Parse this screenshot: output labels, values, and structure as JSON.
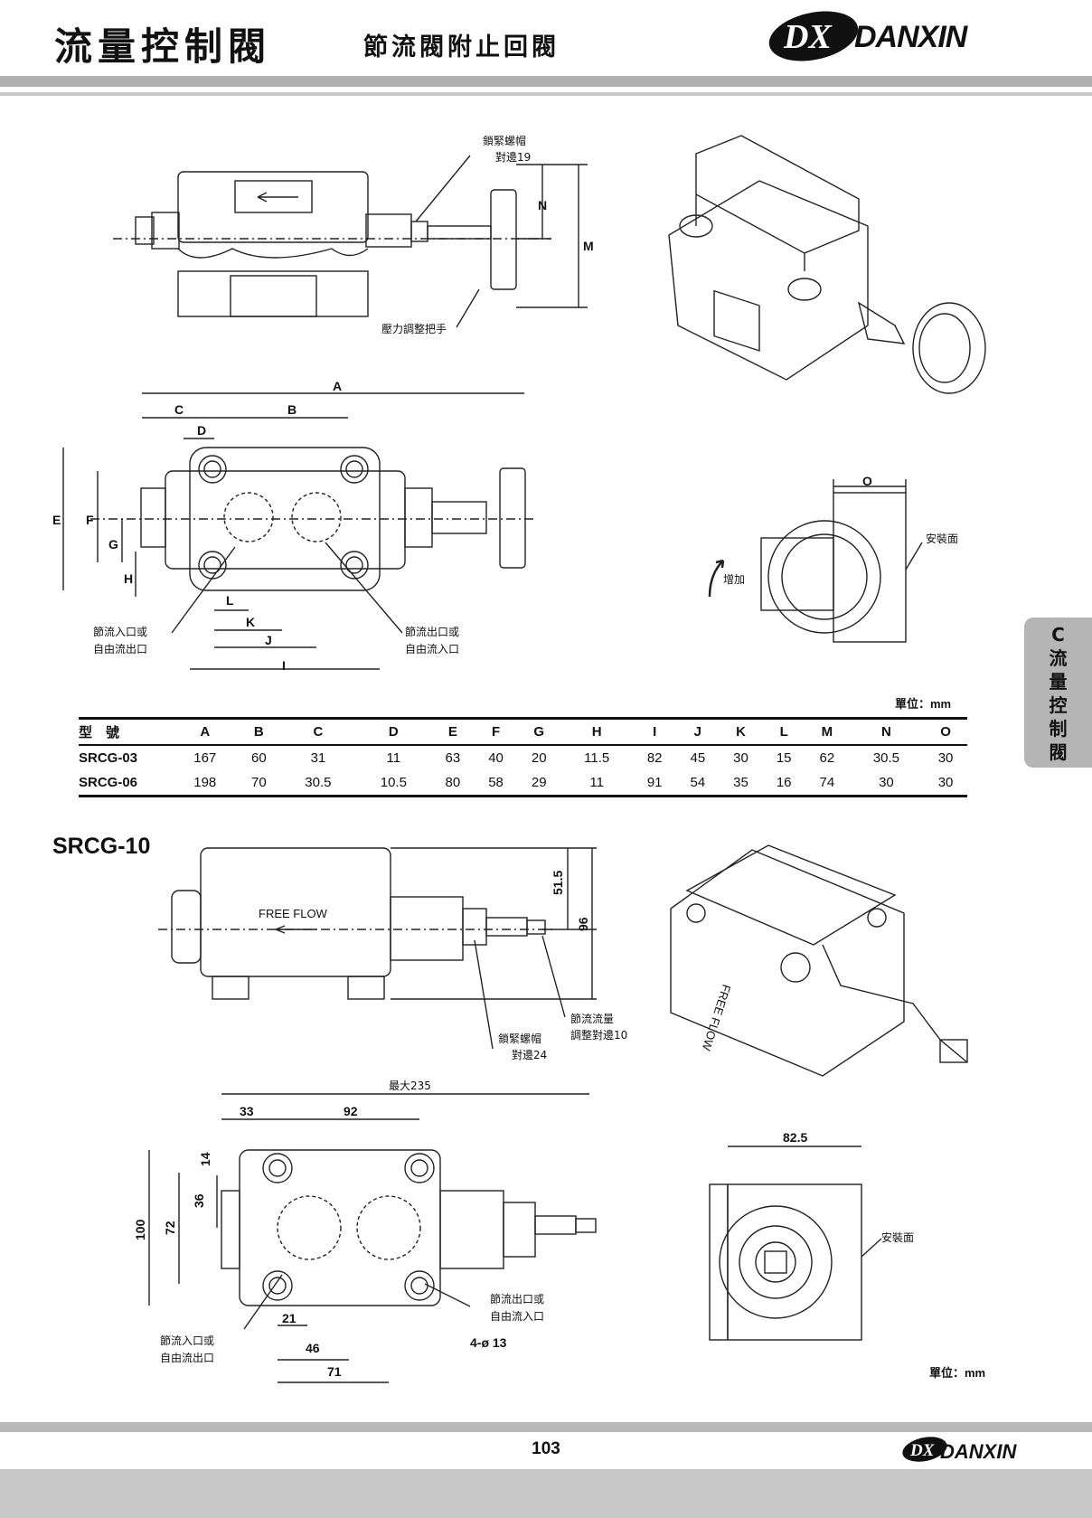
{
  "header": {
    "title_main": "流量控制閥",
    "title_sub": "節流閥附止回閥",
    "brand": "DANXIN",
    "logo_mark": "DX"
  },
  "side_tab": {
    "letter": "C",
    "chars": [
      "流",
      "量",
      "控",
      "制",
      "閥"
    ]
  },
  "top_drawing": {
    "lock_nut": "鎖緊螺帽",
    "lock_nut_size": "對邊19",
    "handle": "壓力調整把手",
    "dim_N": "N",
    "dim_M": "M",
    "dims_plan": [
      "A",
      "B",
      "C",
      "D",
      "E",
      "F",
      "G",
      "H",
      "I",
      "J",
      "K",
      "L"
    ],
    "inlet": [
      "節流入口或",
      "自由流出口"
    ],
    "outlet": [
      "節流出口或",
      "自由流入口"
    ],
    "dim_O": "O",
    "mount_face": "安裝面",
    "increase": "增加"
  },
  "units_1": "單位：mm",
  "table": {
    "headers": [
      "型　號",
      "A",
      "B",
      "C",
      "D",
      "E",
      "F",
      "G",
      "H",
      "I",
      "J",
      "K",
      "L",
      "M",
      "N",
      "O"
    ],
    "rows": [
      [
        "SRCG-03",
        "167",
        "60",
        "31",
        "11",
        "63",
        "40",
        "20",
        "11.5",
        "82",
        "45",
        "30",
        "15",
        "62",
        "30.5",
        "30"
      ],
      [
        "SRCG-06",
        "198",
        "70",
        "30.5",
        "10.5",
        "80",
        "58",
        "29",
        "11",
        "91",
        "54",
        "35",
        "16",
        "74",
        "30",
        "30"
      ]
    ]
  },
  "srcg10": {
    "title": "SRCG-10",
    "free_flow": "FREE FLOW",
    "iso_free_flow": "FREE FLOW",
    "dim_51_5": "51.5",
    "dim_96": "96",
    "lock_nut": "鎖緊螺帽",
    "lock_nut_size": "對邊24",
    "flow_adj": [
      "節流流量",
      "調整對邊10"
    ],
    "max_235": "最大235",
    "dim_33": "33",
    "dim_92": "92",
    "dim_14": "14",
    "dim_36": "36",
    "dim_72": "72",
    "dim_100": "100",
    "dim_21": "21",
    "dim_46": "46",
    "dim_71": "71",
    "holes": "4-ø 13",
    "inlet": [
      "節流入口或",
      "自由流出口"
    ],
    "outlet": [
      "節流出口或",
      "自由流入口"
    ],
    "dim_82_5": "82.5",
    "mount_face": "安裝面"
  },
  "units_2": "單位：mm",
  "footer": {
    "page": "103",
    "brand": "DANXIN",
    "logo_mark": "DX"
  }
}
